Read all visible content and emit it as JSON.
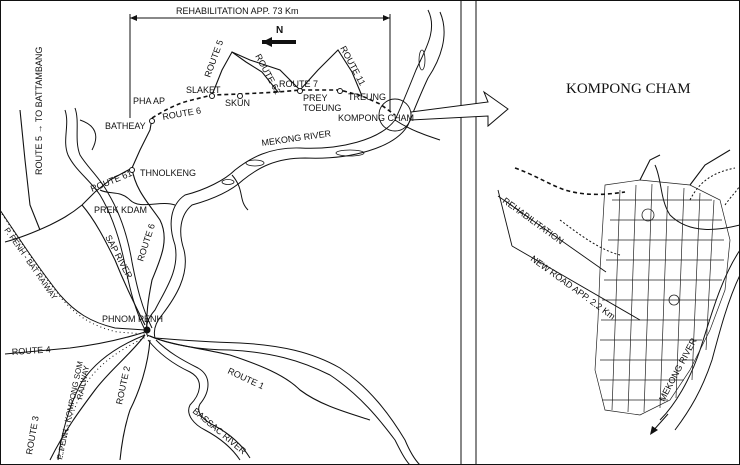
{
  "overview_map": {
    "rehab_length": "REHABILITATION  APP. 73 Km",
    "north": "N",
    "places": {
      "pha_ap": "PHA AP",
      "slaket": "SLAKET",
      "skun": "SKUN",
      "prey_toeung_1": "PREY",
      "prey_toeung_2": "TOEUNG",
      "treung": "TREUNG",
      "kompong_cham": "KOMPONG CHAM",
      "batheay": "BATHEAY",
      "thnolkeng": "THNOLKENG",
      "prek_kdam": "PREK KDAM",
      "phnom_penh": "PHNOM PENH"
    },
    "routes": {
      "route_5_top": "ROUTE 5",
      "route_62": "ROUTE 62",
      "route_7": "ROUTE 7",
      "route_11": "ROUTE 11",
      "route_6_top": "ROUTE 6",
      "route_61": "ROUTE 61",
      "route_6_mid": "ROUTE 6",
      "route_5_left": "ROUTE 5  →  TO BATTAMBANG",
      "route_4": "ROUTE 4",
      "route_3": "ROUTE 3",
      "route_2": "ROUTE 2",
      "route_1": "ROUTE 1"
    },
    "rivers": {
      "mekong": "MEKONG RIVER",
      "sap": "SAP RIVER",
      "bassac": "BASSAC RIVER"
    },
    "railways": {
      "pp_bat": "P. PENH - BAT RAIWAY",
      "pp_kompong_som_1": "P. PENH - KOMPONG SOM",
      "pp_kompong_som_2": "RAILWAY"
    }
  },
  "detail_map": {
    "title": "KOMPONG CHAM",
    "rehabilitation": "REHABILITATION",
    "new_road": "NEW ROAD  APP. 2.2 Km",
    "mekong": "MEKONG RIVER"
  }
}
